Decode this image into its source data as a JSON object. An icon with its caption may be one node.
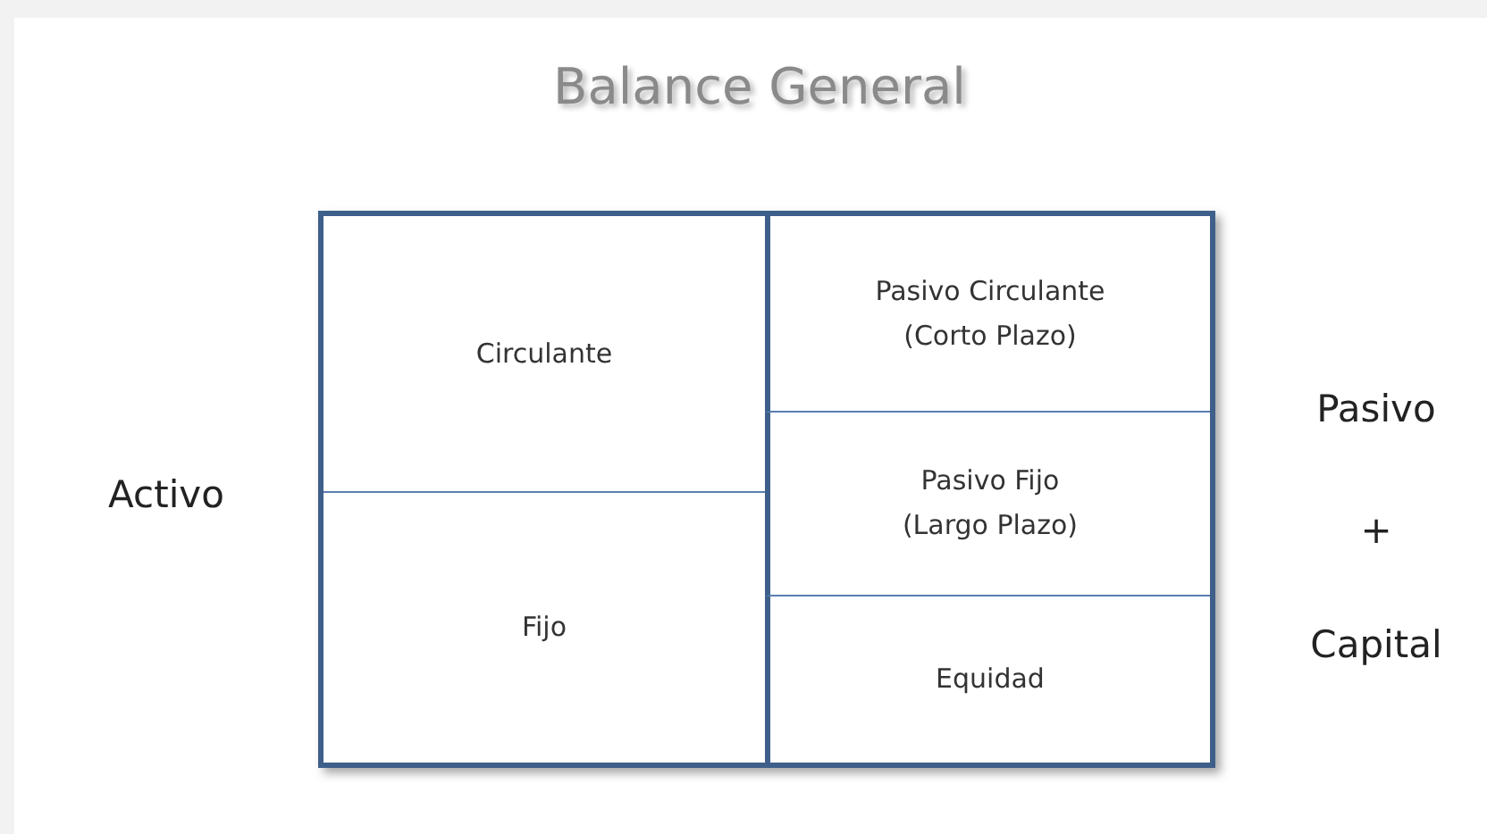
{
  "diagram": {
    "title": "Balance General",
    "nodes": [
      {
        "text": [],
        "shape": "box"
      },
      {
        "text": [
          "Circulante"
        ],
        "in": 0
      },
      {
        "text": [
          "Fijo"
        ],
        "in": 0
      },
      {
        "text": [
          "Pasivo Circulante",
          "(Corto Plazo)"
        ],
        "in": 0
      },
      {
        "text": [
          "Pasivo Fijo",
          "(Largo Plazo)"
        ],
        "in": 0
      },
      {
        "text": [
          "Equidad"
        ],
        "in": 0
      }
    ],
    "edges": [],
    "labels": [
      "Activo",
      "Pasivo",
      "+",
      "Capital"
    ]
  }
}
